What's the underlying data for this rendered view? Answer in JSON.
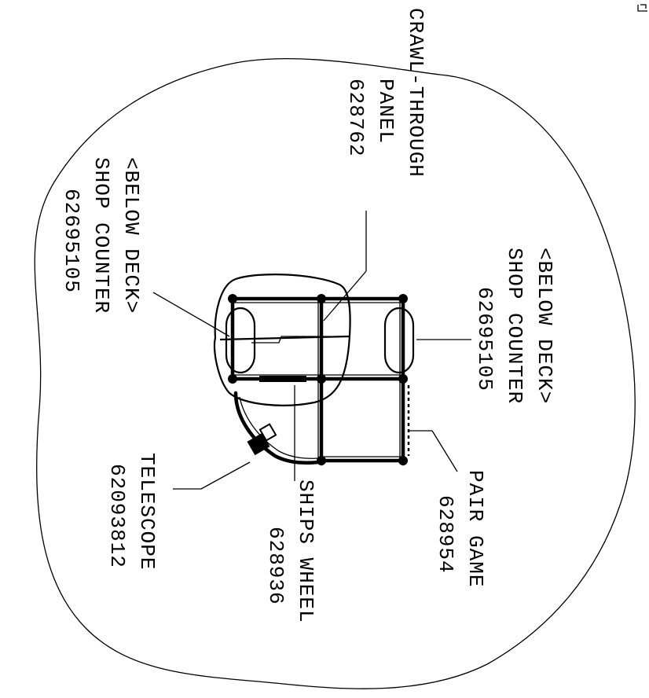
{
  "labels": {
    "crawl_title": "CRAWL-THROUGH",
    "crawl_sub": "PANEL",
    "crawl_num": "628762",
    "shop_left_1": "<BELOW DECK>",
    "shop_left_2": "SHOP COUNTER",
    "shop_left_num": "62695105",
    "shop_right_1": "<BELOW DECK>",
    "shop_right_2": "SHOP COUNTER",
    "shop_right_num": "62695105",
    "pair_game": "PAIR GAME",
    "pair_num": "628954",
    "ships_wheel": "SHIPS WHEEL",
    "ships_num": "628936",
    "telescope": "TELESCOPE",
    "telescope_num": "62093812"
  },
  "icons": {
    "corner_mark": "page-corner-icon"
  }
}
